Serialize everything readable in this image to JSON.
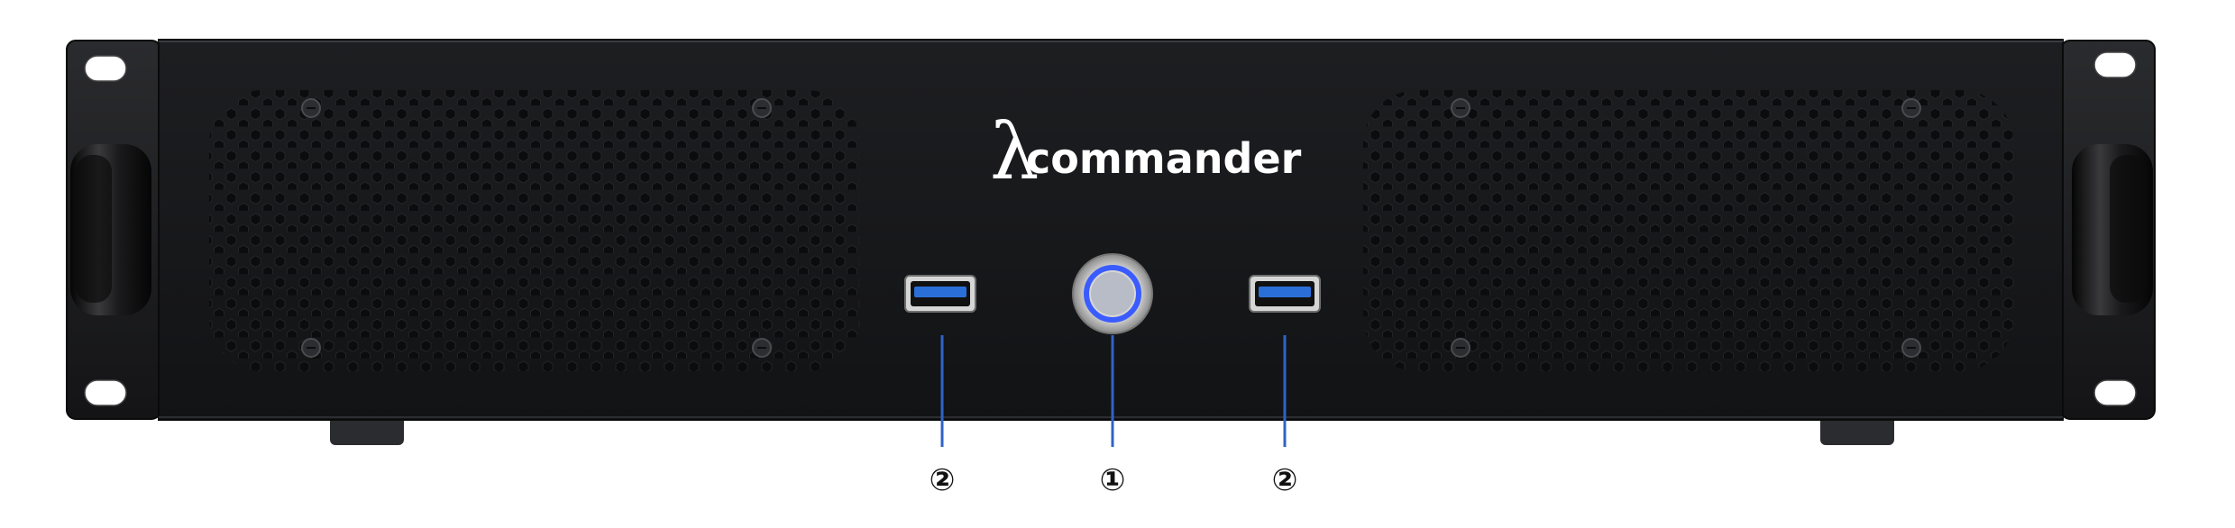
{
  "device": {
    "type": "2U rackmount server front panel",
    "brand": {
      "lambda_glyph": "λ",
      "wordmark": "commander"
    },
    "colors": {
      "panel": "#17181a",
      "ears": "#202124",
      "vent_hole": "#0d0e10",
      "usb_blue": "#2a6fd8",
      "power_ring": "#3a5cff",
      "callout_line": "#2f63c6",
      "callout_text": "#111111"
    }
  },
  "callouts": [
    {
      "id": "usb-left",
      "label": "②",
      "target": "usb-port-left"
    },
    {
      "id": "power",
      "label": "①",
      "target": "power-button"
    },
    {
      "id": "usb-right",
      "label": "②",
      "target": "usb-port-right"
    }
  ]
}
